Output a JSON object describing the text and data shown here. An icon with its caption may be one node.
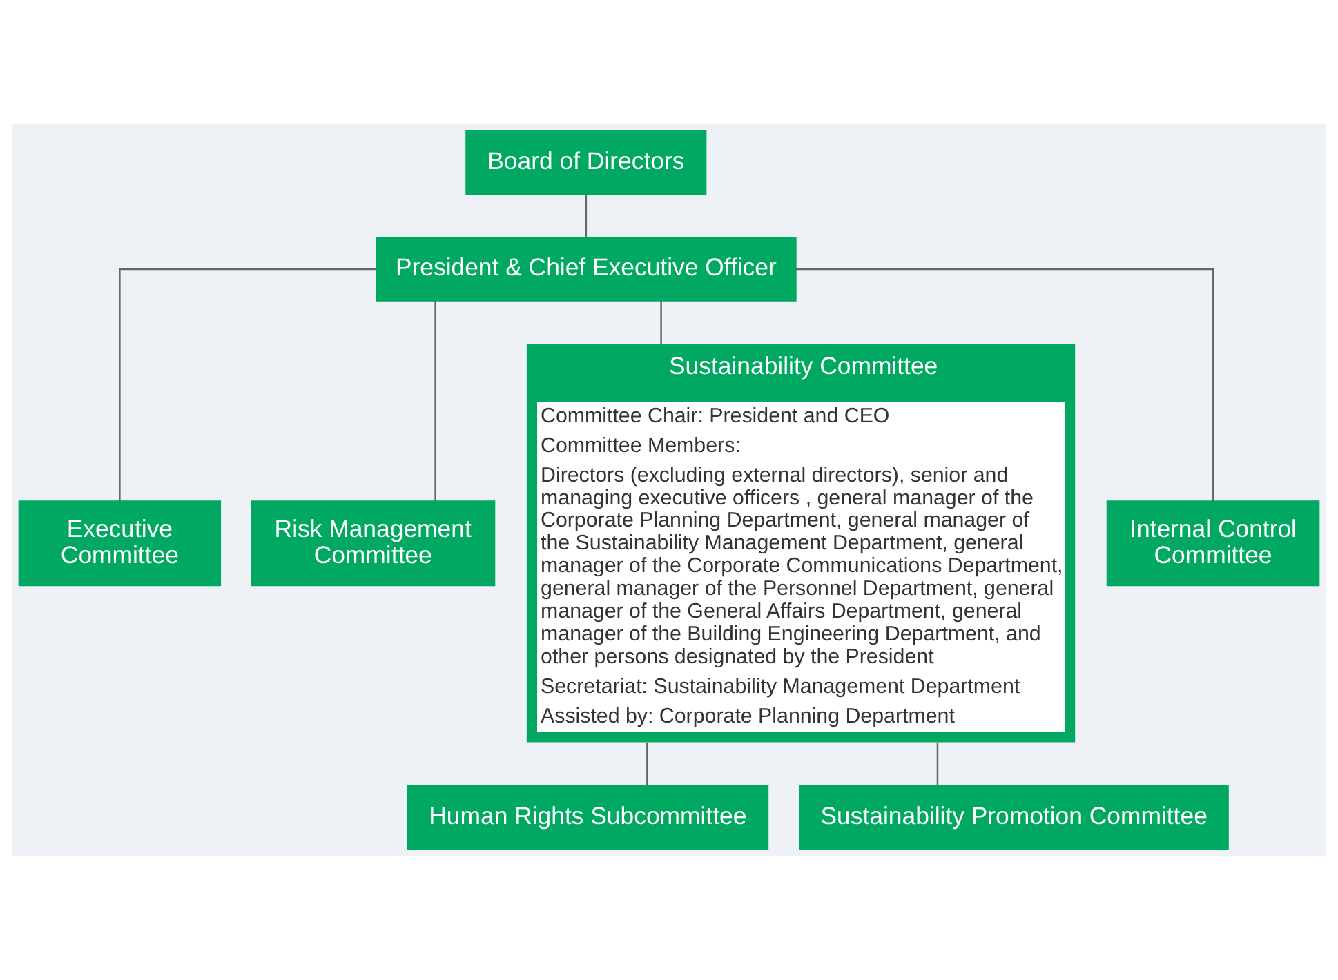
{
  "diagram": {
    "nodes": [
      {
        "text": [
          "Board of Directors"
        ]
      },
      {
        "text": [
          "President & Chief Executive Officer"
        ]
      },
      {
        "text": [
          "Executive Committee"
        ]
      },
      {
        "text": [
          "Risk Management Committee"
        ]
      },
      {
        "text": [
          "Sustainability Committee",
          "Committee Chair: President and CEO",
          "Committee Members:",
          "Directors (excluding external directors), senior and managing executive officers , general manager of the Corporate Planning Department, general manager of the Sustainability Management Department, general manager of the Corporate Communications Department, general manager of the Personnel Department, general manager of the General Affairs Department, general manager of the Building Engineering Department, and other persons designated by the President",
          "Secretariat: Sustainability Management Department",
          "Assisted by: Corporate Planning Department"
        ]
      },
      {
        "text": [
          "Internal Control Committee"
        ]
      },
      {
        "text": [
          "Human Rights Subcommittee"
        ]
      },
      {
        "text": [
          "Sustainability Promotion Committee"
        ]
      }
    ],
    "edges": [
      {
        "from": 0,
        "to": 1,
        "arrow": "none"
      },
      {
        "from": 1,
        "to": 2,
        "arrow": "none"
      },
      {
        "from": 1,
        "to": 3,
        "arrow": "none"
      },
      {
        "from": 1,
        "to": 4,
        "arrow": "none"
      },
      {
        "from": 1,
        "to": 5,
        "arrow": "none"
      },
      {
        "from": 4,
        "to": 6,
        "arrow": "none"
      },
      {
        "from": 4,
        "to": 7,
        "arrow": "none"
      }
    ]
  }
}
